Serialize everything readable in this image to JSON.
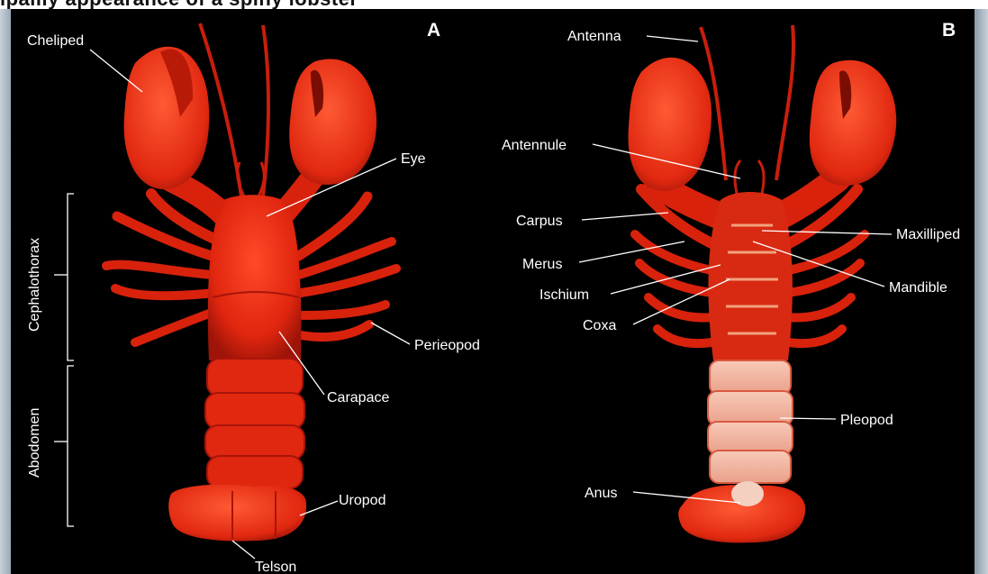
{
  "header": {
    "caption_fragment": "ipalily appearance of a spiny lobster"
  },
  "panels": {
    "left": "A",
    "right": "B"
  },
  "labels_a": {
    "cheliped": "Cheliped",
    "eye": "Eye",
    "perieopod": "Perieopod",
    "carapace": "Carapace",
    "uropod": "Uropod",
    "telson": "Telson",
    "cephalothorax": "Cephalothorax",
    "abdomen": "Abodomen"
  },
  "labels_b": {
    "antenna": "Antenna",
    "antennule": "Antennule",
    "carpus": "Carpus",
    "merus": "Merus",
    "ischium": "Ischium",
    "coxa": "Coxa",
    "maxilliped": "Maxilliped",
    "mandible": "Mandible",
    "pleopod": "Pleopod",
    "anus": "Anus"
  },
  "colors": {
    "background": "#000000",
    "shell": "#e0260f",
    "shell_dark": "#a8140a",
    "underside": "#f0b8a8",
    "label_text": "#ffffff",
    "leader_line": "#ffffff"
  }
}
